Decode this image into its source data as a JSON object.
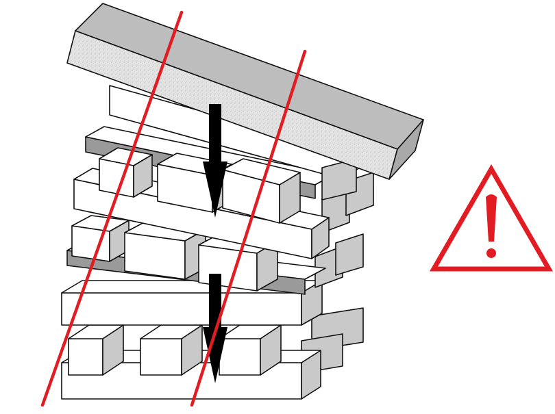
{
  "figure": {
    "subject": "tilted-pallet-stack-warning",
    "pallet_count": 4,
    "load_item": "top-slab",
    "force_arrows": 2,
    "lean_guides": 2,
    "warning_symbol": "exclamation-triangle-icon"
  },
  "colors": {
    "background": "#ffffff",
    "outline": "#111111",
    "top_face": "#ffffff",
    "side_face": "#c9c9c9",
    "dark_face": "#9a9a9a",
    "slab_front": "#e2e2e2",
    "slab_side": "#bdbdbd",
    "arrow": "#000000",
    "lean_line": "#e21c23",
    "warning": "#e21c23"
  }
}
